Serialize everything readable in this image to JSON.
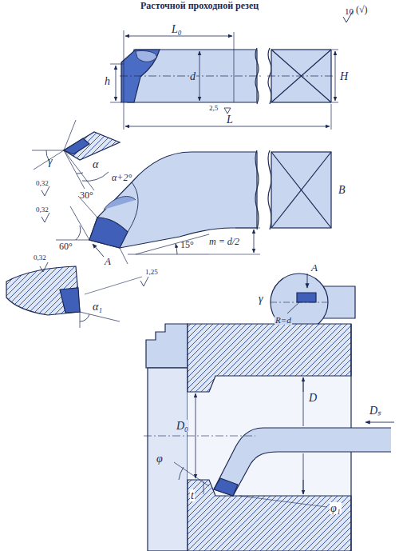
{
  "diagram": {
    "title": "Расточной проходной резец",
    "labels": [
      "10",
      "(√)",
      "L₀",
      "h",
      "d",
      "H",
      "L",
      "2,5",
      "γ",
      "α",
      "α+2°",
      "0,32",
      "0,32",
      "30°",
      "60°",
      "15°",
      "m = d/2",
      "A",
      "0,32",
      "1,25",
      "α₁",
      "B",
      "A",
      "γ",
      "R=d",
      "D₀",
      "D",
      "Dₛ",
      "φ",
      "t",
      "φ₁"
    ]
  }
}
